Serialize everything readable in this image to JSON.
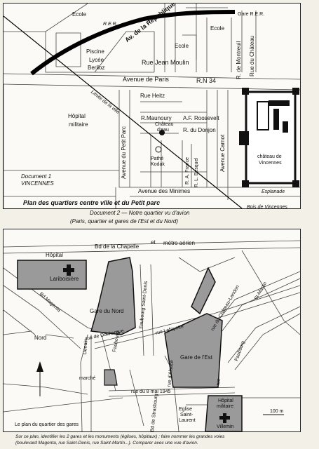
{
  "map1": {
    "labels": {
      "ecole1": "Ecole",
      "rer1": "R.E.R.",
      "gare_rer": "Gare R.E.R.",
      "ecole2": "Ecole",
      "ecole3": "Ecole",
      "piscine": "Piscine",
      "lycee": "Lycée",
      "berlioz": "Berlioz",
      "av_republique": "Av. de la Republique",
      "rue_montreuil": "R. de Montreuil",
      "rue_chateau": "Rue du Château",
      "jean_moulin": "Rue Jean Moulin",
      "av_paris": "Avenue de Paris",
      "rn34": "R.N 34",
      "limite": "Limite de la ville",
      "heitz": "Rue Heitz",
      "hopital": "Hôpital",
      "militaire": "militaire",
      "maunoury": "R.Maunoury",
      "roosevelt": "A.F. Roosevelt",
      "chateau_eau1": "Château",
      "chateau_eau2": "d'eau",
      "donjon": "R. du Donjon",
      "av_petit_parc": "Avenue du Petit Parc",
      "av_carnot": "Avenue Carnot",
      "pathe": "Pathé",
      "kodak": "Kodak",
      "france": "R. A. France",
      "besquel": "R. L. Besquel",
      "chateau_vinc1": "château de",
      "chateau_vinc2": "Vincennes",
      "doc1": "Document 1",
      "vincennes": "VINCENNES",
      "minimes": "Avenue des Minimes",
      "esplanade": "Esplanade",
      "plan_title": "Plan des quartiers centre ville et du Petit parc",
      "bois": "Bois de Vincennes"
    }
  },
  "captions": {
    "doc2": "Document 2 — Notre quartier vu d'avion",
    "doc2_sub": "(Paris, quartier et gares de l'Est et du Nord)",
    "footer1": "Sur ce plan, identifier les 2 gares et les monuments (églises, hôpitaux) ; faire nommer les grandes voies",
    "footer2": "(boulevard Magenta, rue Saint-Denis, rue Saint-Martin...). Comparer avec une vue d'avion."
  },
  "map2": {
    "labels": {
      "bd_chapelle": "Bd de la Chapelle",
      "et": "et",
      "metro": "métro aérien",
      "hopital1": "Hôpital",
      "lariboisiere": "Lariboisière",
      "gare_nord": "Gare du Nord",
      "fbg_st_denis": "Faubourg Saint-Denis",
      "rue_chateau_landon": "rue du Château-Landon",
      "st_martin": "St-Martin",
      "bd_magenta": "Bd Magenta",
      "nord": "Nord",
      "rue_dunkerque": "rue de Dunkerque",
      "rue_lafayette": "rue Lafayette",
      "gare_est": "Gare de l'Est",
      "faubourg": "Faubourg",
      "denain": "Denain",
      "faubourg2": "Faubourg",
      "rue_alsace": "rue d'Alsace",
      "rue": "rue",
      "marche": "marché",
      "rue_8_mai": "rue du 8 mai 1945",
      "bd_strasbourg": "Bd de Strasbourg",
      "eglise": "Eglise",
      "saint_laurent": "Saint-",
      "laurent": "Laurent",
      "hopital2": "Hôpital",
      "militaire2": "militaire",
      "villemin": "Villemin",
      "scale": "100 m",
      "plan_gares": "Le plan du quartier des gares"
    }
  }
}
